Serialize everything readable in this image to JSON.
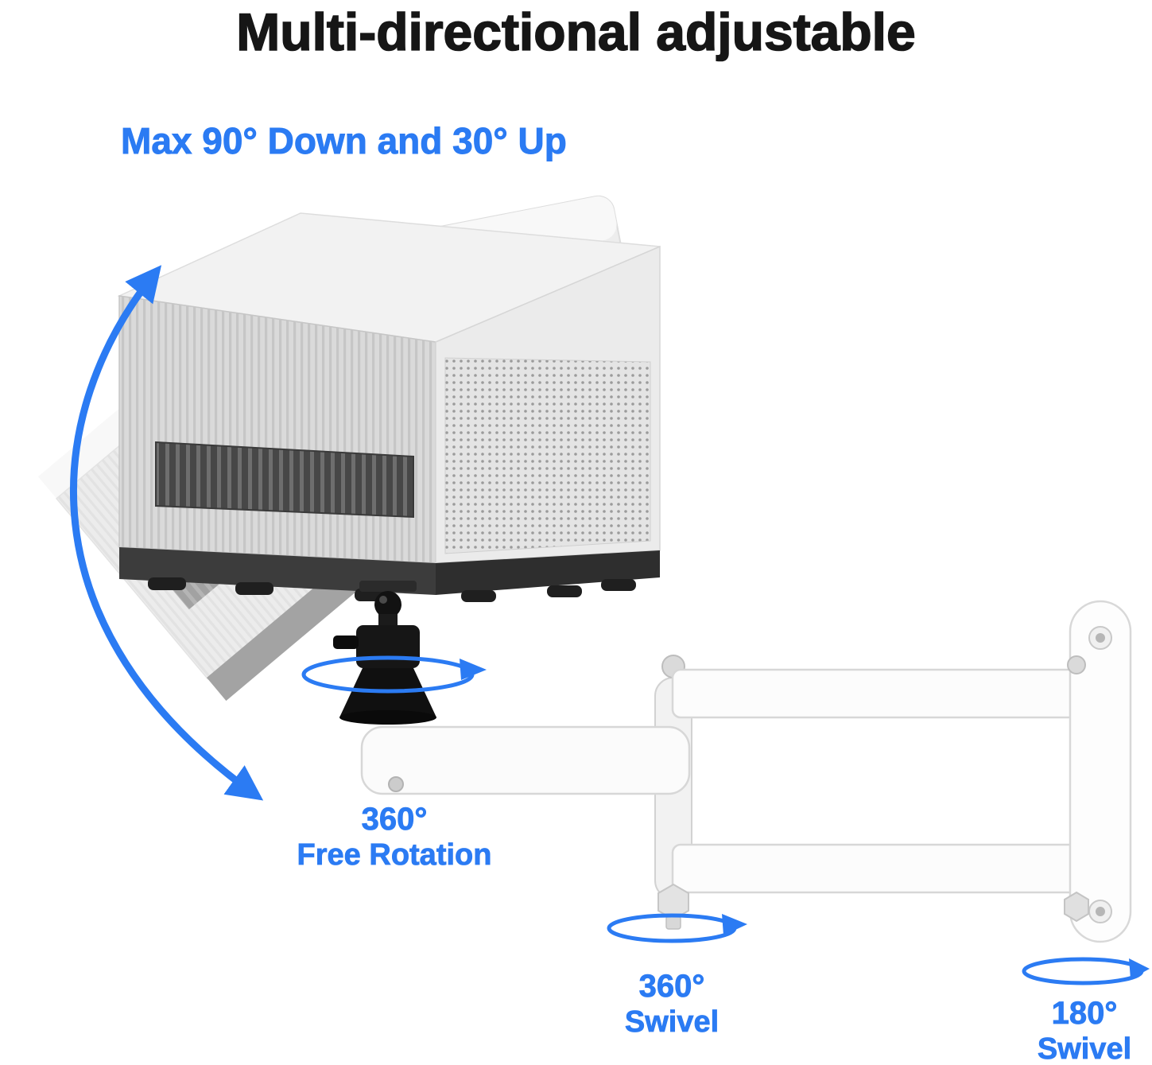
{
  "page": {
    "title": "Multi-directional adjustable",
    "subtitle": "Max 90° Down and 30° Up"
  },
  "annotations": {
    "free_rotation": {
      "degrees": "360°",
      "label": "Free Rotation"
    },
    "arm_swivel": {
      "degrees": "360°",
      "label": "Swivel"
    },
    "wall_swivel": {
      "degrees": "180°",
      "label": "Swivel"
    }
  },
  "colors": {
    "accent_blue": "#2b7bf3",
    "title_color": "#161616"
  },
  "icons": {
    "tilt_arc_arrow": "curved-double-headed-rotation-arrow",
    "rotation_ellipse": "elliptical-rotation-arrow"
  }
}
